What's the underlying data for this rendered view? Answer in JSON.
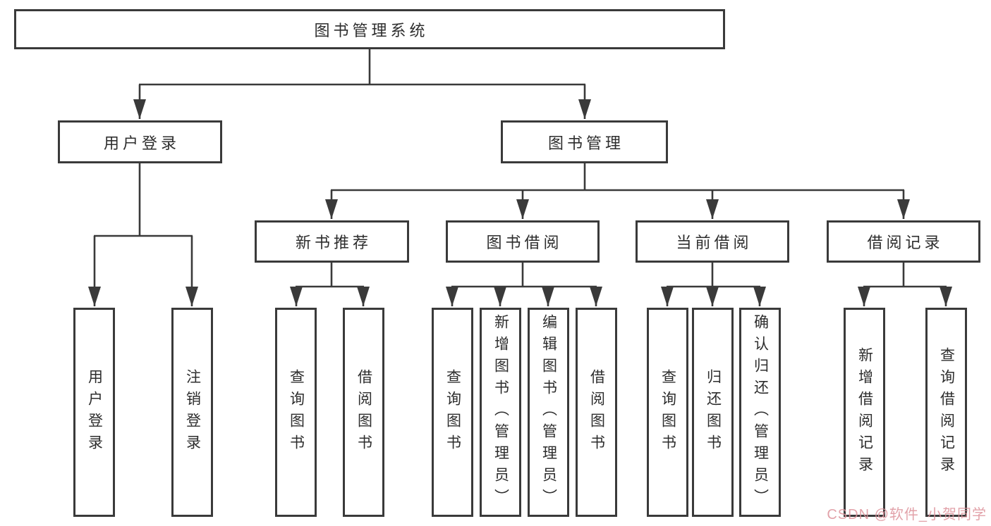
{
  "colors": {
    "line": "#3a3a3a",
    "text": "#2d2d2d",
    "box_background": "#ffffff",
    "watermark": "#dd929b"
  },
  "tree": {
    "root": {
      "label": "图书管理系统"
    },
    "user_login": {
      "label": "用户登录",
      "children": [
        {
          "label": "用户登录"
        },
        {
          "label": "注销登录"
        }
      ]
    },
    "book_mgmt": {
      "label": "图书管理",
      "children_refs": [
        "new_books",
        "borrow",
        "current",
        "records"
      ]
    },
    "new_books": {
      "label": "新书推荐",
      "children": [
        {
          "label": "查询图书"
        },
        {
          "label": "借阅图书"
        }
      ]
    },
    "borrow": {
      "label": "图书借阅",
      "children": [
        {
          "label": "查询图书"
        },
        {
          "label": "新增图书（管理员）"
        },
        {
          "label": "编辑图书（管理员）"
        },
        {
          "label": "借阅图书"
        }
      ]
    },
    "current": {
      "label": "当前借阅",
      "children": [
        {
          "label": "查询图书"
        },
        {
          "label": "归还图书"
        },
        {
          "label": "确认归还（管理员）"
        }
      ]
    },
    "records": {
      "label": "借阅记录",
      "children": [
        {
          "label": "新增借阅记录"
        },
        {
          "label": "查询借阅记录"
        }
      ]
    }
  },
  "watermark": {
    "text": "CSDN @软件_小贺同学"
  }
}
